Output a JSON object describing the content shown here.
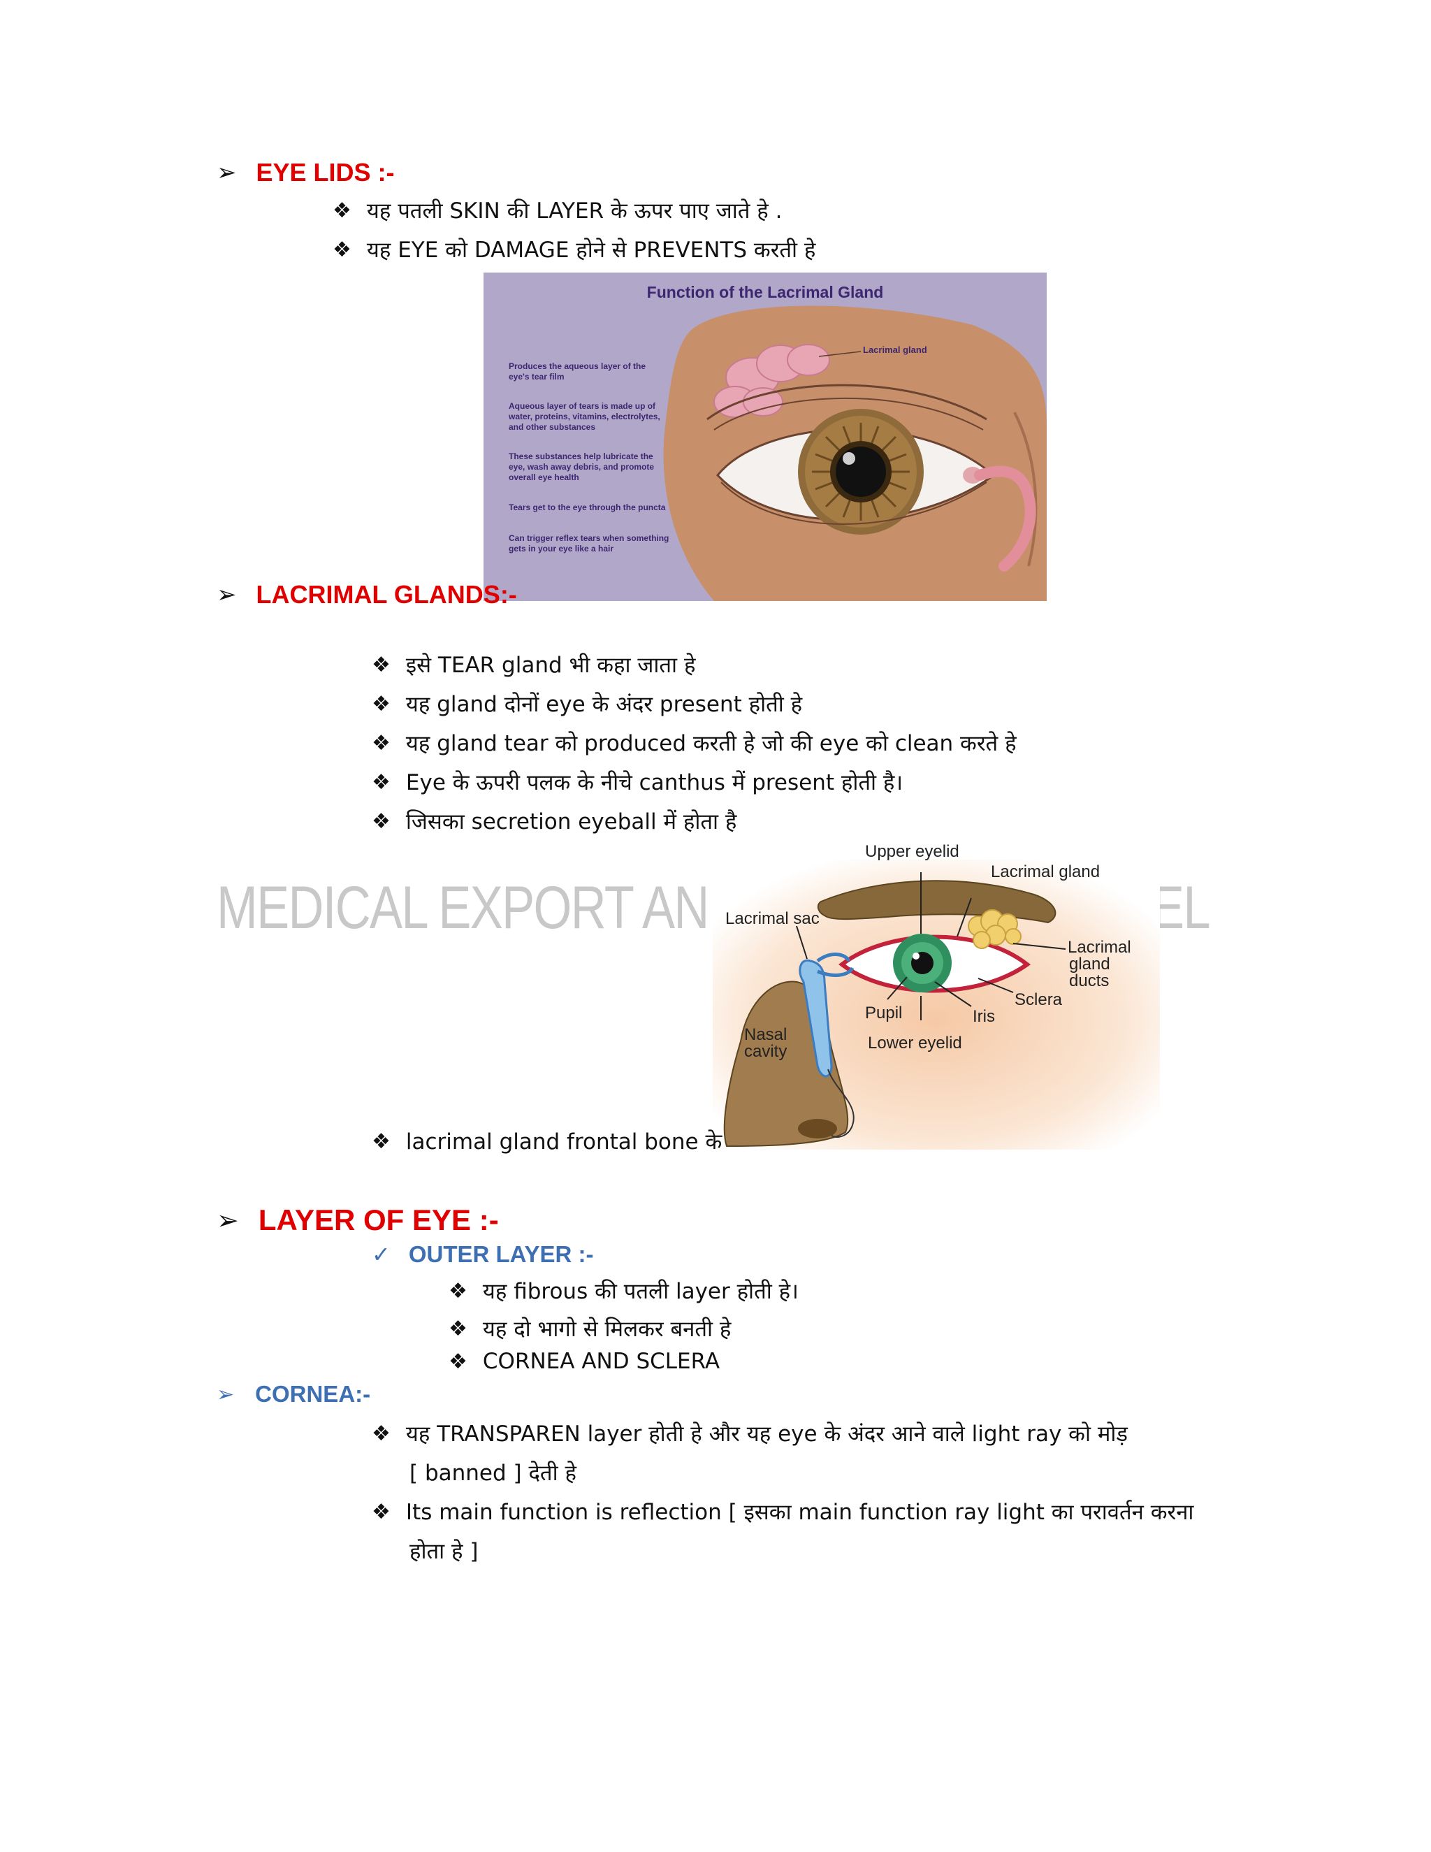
{
  "eye_lids": {
    "arrow": "➢",
    "heading": "EYE LIDS :-",
    "bullets": [
      "यह  पतली  SKIN  की  LAYER   के  ऊपर  पाए  जाते  हे  .",
      "यह  EYE को  DAMAGE   होने  से  PREVENTS करती  हे"
    ]
  },
  "figure1": {
    "title": "Function of the Lacrimal Gland",
    "label": "Lacrimal gland",
    "points": [
      "Produces the aqueous layer of the eye's tear film",
      "Aqueous layer of tears is made up of water, proteins, vitamins, electrolytes, and other substances",
      "These substances help lubricate the eye, wash away debris, and promote overall eye health",
      "Tears get to the eye through the puncta",
      "Can trigger reflex tears when something gets in your eye like a hair"
    ]
  },
  "lacrimal": {
    "arrow": "➢",
    "heading": "LACRIMAL GLANDS:-",
    "bullets": [
      "इसे  TEAR gland  भी  कहा  जाता  हे",
      "यह  gland दोनों  eye के अंदर  present होती  हे",
      "यह  gland tear को  produced करती  हे  जो  की  eye को  clean करते  हे",
      "Eye के  ऊपरी  पलक  के  नीचे  canthus में  present होती  है।",
      " जिसका  secretion   eyeball में  होता  है",
      "lacrimal gland frontal bone के"
    ]
  },
  "watermark": {
    "left": "MEDICAL EXPORT ANIMINA",
    "right": "EL"
  },
  "figure2": {
    "labels": {
      "upper_eyelid": "Upper eyelid",
      "lacrimal_gland": "Lacrimal gland",
      "lacrimal_sac": "Lacrimal sac",
      "lacrimal_gland_ducts_1": "Lacrimal",
      "lacrimal_gland_ducts_2": "gland",
      "lacrimal_gland_ducts_3": "ducts",
      "sclera": "Sclera",
      "pupil": "Pupil",
      "iris": "Iris",
      "nasal_1": "Nasal",
      "nasal_2": "cavity",
      "lower_eyelid": "Lower eyelid"
    }
  },
  "layer_of_eye": {
    "arrow": "➢",
    "heading": "LAYER OF EYE :-",
    "check": "✓",
    "outer_heading": "OUTER LAYER :-",
    "bullets": [
      "यह  fibrous की  पतली  layer होती  हे।",
      "यह  दो  भागो  से  मिलकर  बनती  हे",
      "CORNEA AND  SCLERA"
    ]
  },
  "cornea": {
    "arrow": "➢",
    "heading": "CORNEA:-",
    "bullet1_line1": " यह  TRANSPAREN layer होती  हे  और  यह  eye के  अंदर  आने  वाले  light ray को  मोड़",
    "bullet1_line2": "[  banned ] देती  हे",
    "bullet2_line1": "Its main function is reflection [ इसका  main function ray light का  परावर्तन  करना",
    "bullet2_line2": "होता  हे ]"
  },
  "bullet_symbol": "❖"
}
